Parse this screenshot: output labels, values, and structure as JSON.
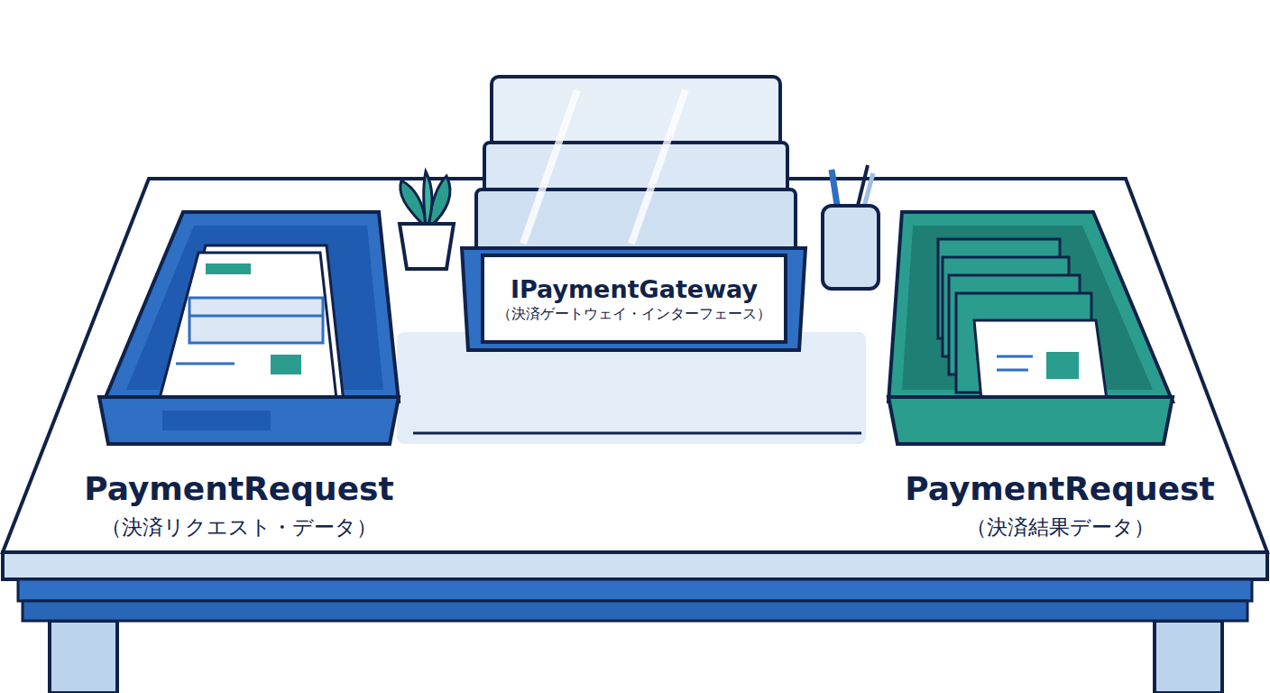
{
  "diagram": {
    "nodes": [
      {
        "text": [
          "PaymentRequest",
          "（決済リクエスト・データ）"
        ]
      },
      {
        "text": [
          "IPaymentGateway",
          "（決済ゲートウェイ・インターフェース）"
        ]
      },
      {
        "text": [
          "PaymentRequest",
          "（決済結果データ）"
        ]
      }
    ]
  }
}
